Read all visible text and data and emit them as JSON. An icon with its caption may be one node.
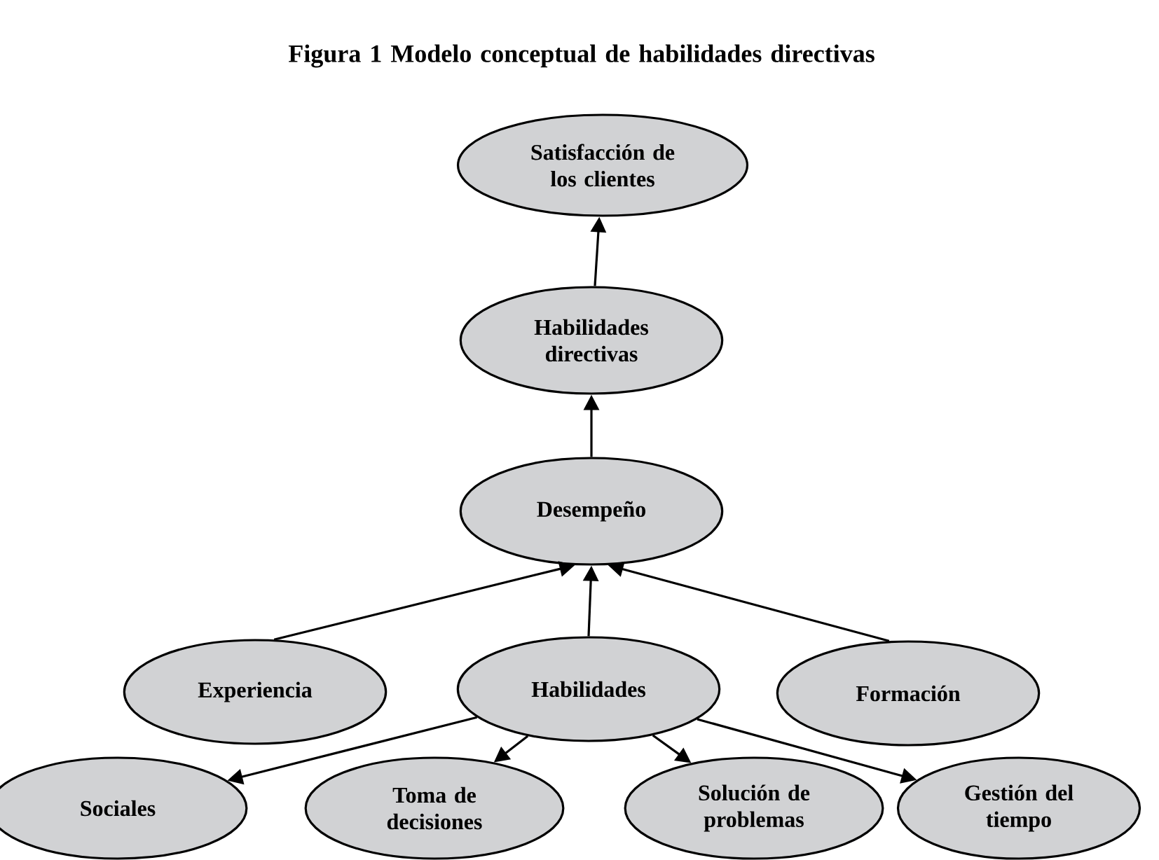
{
  "diagram": {
    "title": "Figura 1 Modelo conceptual de habilidades directivas",
    "nodes": [
      {
        "text": [
          "Satisfacción de los clientes"
        ]
      },
      {
        "text": [
          "Habilidades directivas"
        ]
      },
      {
        "text": [
          "Desempeño"
        ]
      },
      {
        "text": [
          "Experiencia"
        ]
      },
      {
        "text": [
          "Habilidades"
        ]
      },
      {
        "text": [
          "Formación"
        ]
      },
      {
        "text": [
          "Sociales"
        ]
      },
      {
        "text": [
          "Toma de decisiones"
        ]
      },
      {
        "text": [
          "Solución de problemas"
        ]
      },
      {
        "text": [
          "Gestión del tiempo"
        ]
      }
    ],
    "edges": [
      {
        "from": 1,
        "to": 0,
        "arrow": "to"
      },
      {
        "from": 2,
        "to": 1,
        "arrow": "to"
      },
      {
        "from": 3,
        "to": 2,
        "arrow": "to"
      },
      {
        "from": 4,
        "to": 2,
        "arrow": "to"
      },
      {
        "from": 5,
        "to": 2,
        "arrow": "to"
      },
      {
        "from": 4,
        "to": 6,
        "arrow": "to"
      },
      {
        "from": 4,
        "to": 7,
        "arrow": "to"
      },
      {
        "from": 4,
        "to": 8,
        "arrow": "to"
      },
      {
        "from": 4,
        "to": 9,
        "arrow": "to"
      }
    ]
  }
}
